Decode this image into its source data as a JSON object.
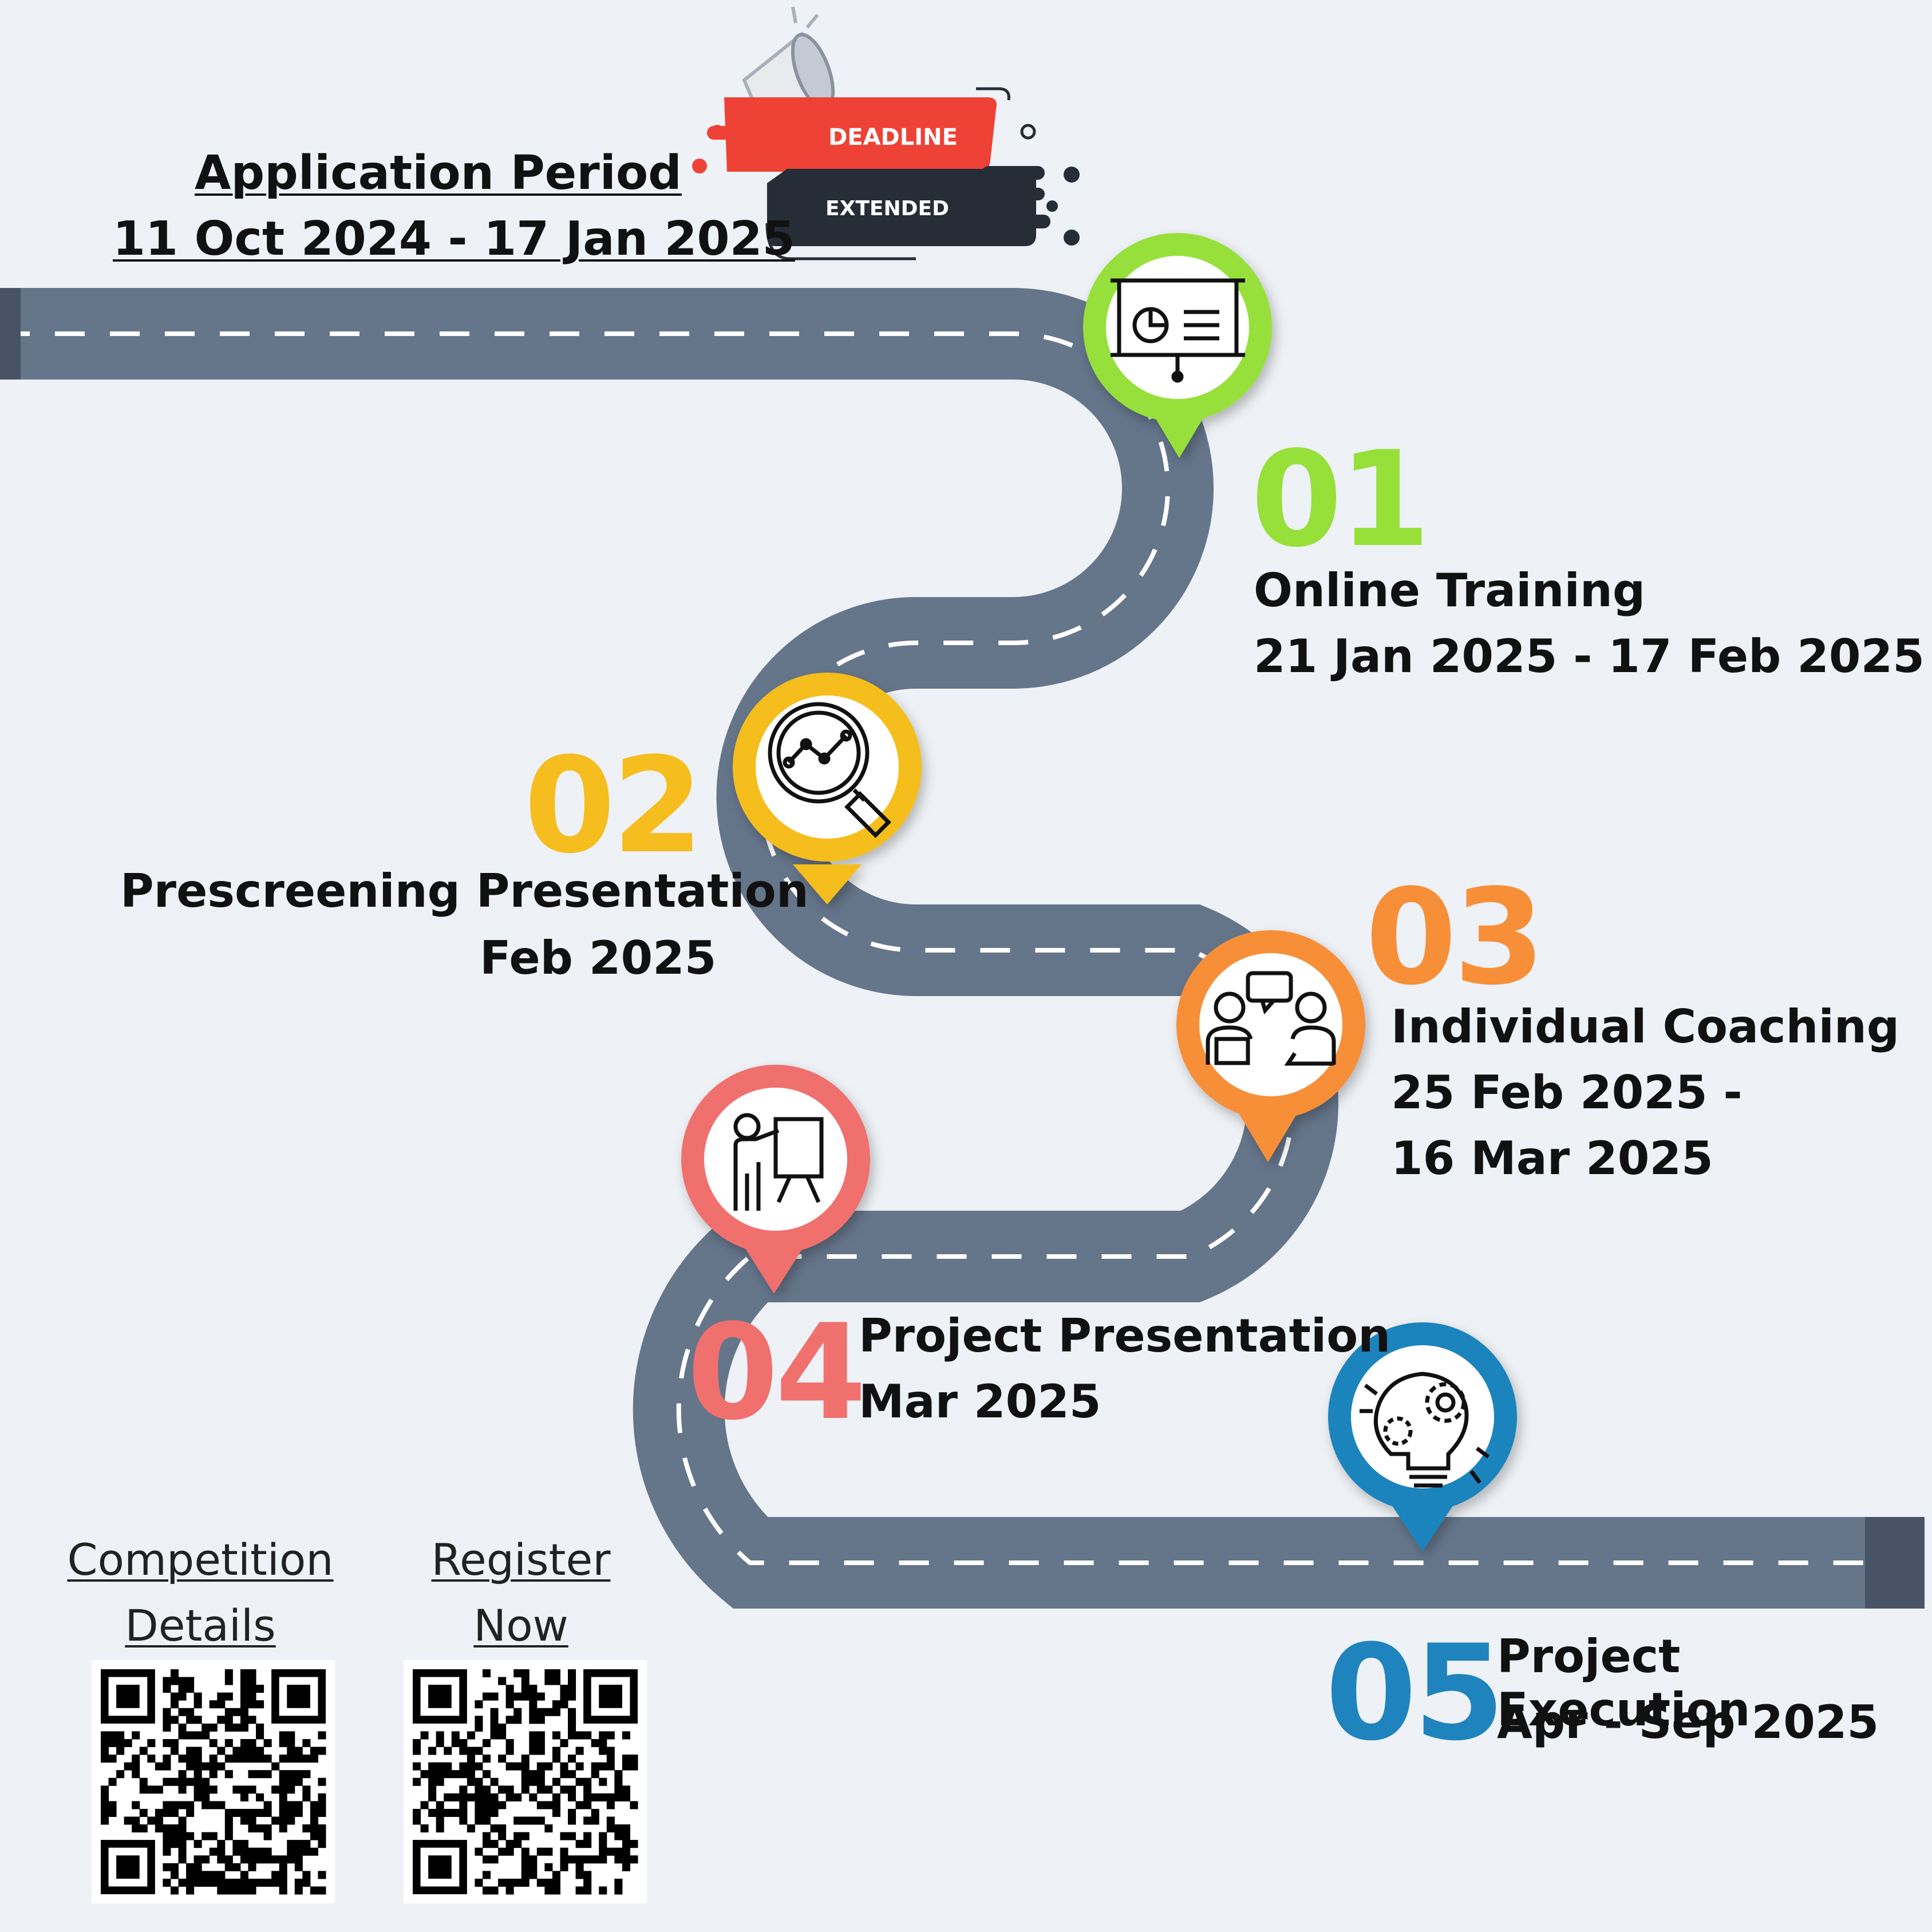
{
  "application": {
    "title": "Application Period",
    "dates": "11 Oct 2024 - 17 Jan 2025"
  },
  "badge": {
    "line1": "DEADLINE",
    "line2": "EXTENDED"
  },
  "steps": [
    {
      "number": "01",
      "title": "Online Training",
      "date": "21 Jan 2025 - 17 Feb 2025",
      "color": "#97e03a",
      "icon": "presentation-board-icon"
    },
    {
      "number": "02",
      "title": "Prescreening Presentation",
      "date": "Feb 2025",
      "color": "#f5be1e",
      "icon": "magnifier-chart-icon"
    },
    {
      "number": "03",
      "title": "Individual Coaching",
      "date_line1": "25 Feb 2025 -",
      "date_line2": "16 Mar 2025",
      "color": "#f78f39",
      "icon": "coaching-conversation-icon"
    },
    {
      "number": "04",
      "title": "Project Presentation",
      "date": "Mar 2025",
      "color": "#f0706e",
      "icon": "presenter-easel-icon"
    },
    {
      "number": "05",
      "title": "Project Execution",
      "date": "Apr - Sep 2025",
      "color": "#1f84bd",
      "icon": "bulb-gears-icon"
    }
  ],
  "links": {
    "competition_line1": "Competition",
    "competition_line2": "Details",
    "register_line1": "Register",
    "register_line2": "Now"
  },
  "colors": {
    "road": "#65758a",
    "road_end": "#485466",
    "background": "#eef1f5"
  }
}
